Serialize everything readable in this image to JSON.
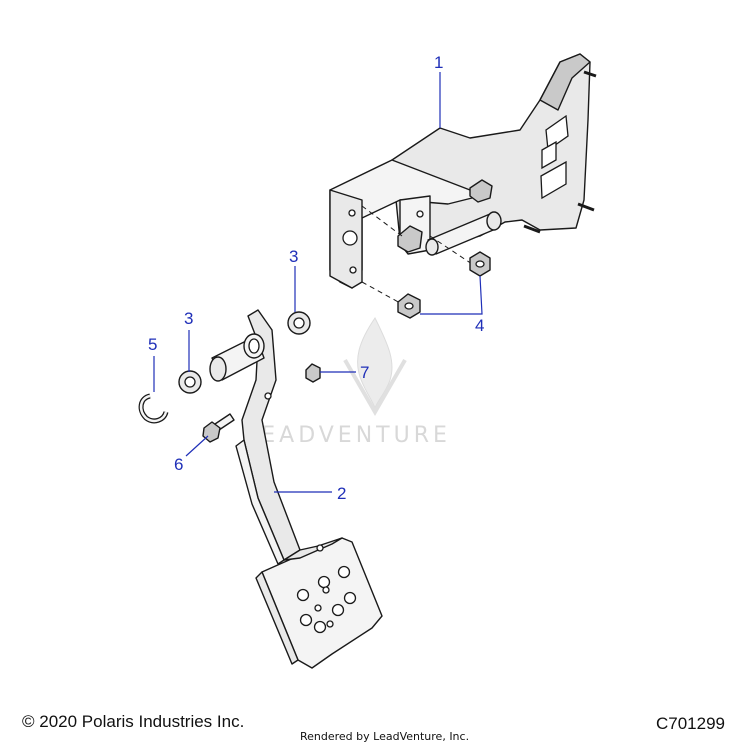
{
  "callouts": {
    "c1": "1",
    "c2": "2",
    "c3a": "3",
    "c3b": "3",
    "c4": "4",
    "c5": "5",
    "c6": "6",
    "c7": "7"
  },
  "watermark": "LEADVENTURE",
  "footer": {
    "copyright": "© 2020 Polaris Industries Inc.",
    "rendered_by": "Rendered by LeadVenture, Inc.",
    "diagram_code": "C701299"
  },
  "colors": {
    "callout": "#1f2fb8",
    "part_fill": "#e9e9e9",
    "outline": "#1a1a1a"
  }
}
